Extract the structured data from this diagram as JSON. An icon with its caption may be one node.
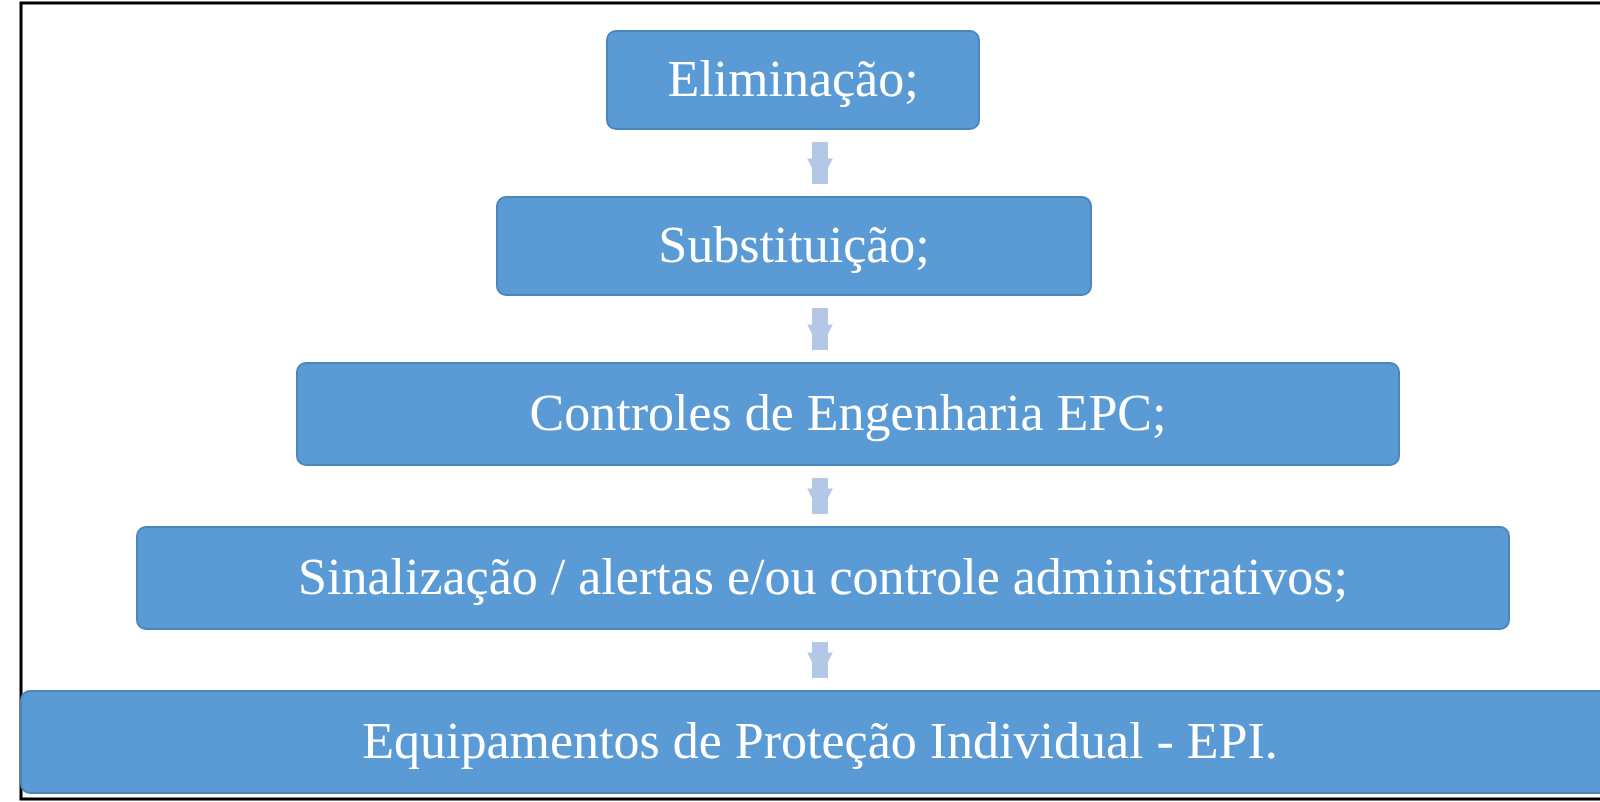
{
  "diagram": {
    "nodes": [
      {
        "text": [
          "Eliminação;"
        ]
      },
      {
        "text": [
          "Substituição;"
        ]
      },
      {
        "text": [
          "Controles de Engenharia EPC;"
        ]
      },
      {
        "text": [
          "Sinalização / alertas e/ou controle administrativos;"
        ]
      },
      {
        "text": [
          "Equipamentos de Proteção Individual - EPI."
        ]
      }
    ],
    "edges": [
      {
        "from": 0,
        "to": 1,
        "arrow": "to"
      },
      {
        "from": 1,
        "to": 2,
        "arrow": "to"
      },
      {
        "from": 2,
        "to": 3,
        "arrow": "to"
      },
      {
        "from": 3,
        "to": 4,
        "arrow": "to"
      }
    ]
  }
}
